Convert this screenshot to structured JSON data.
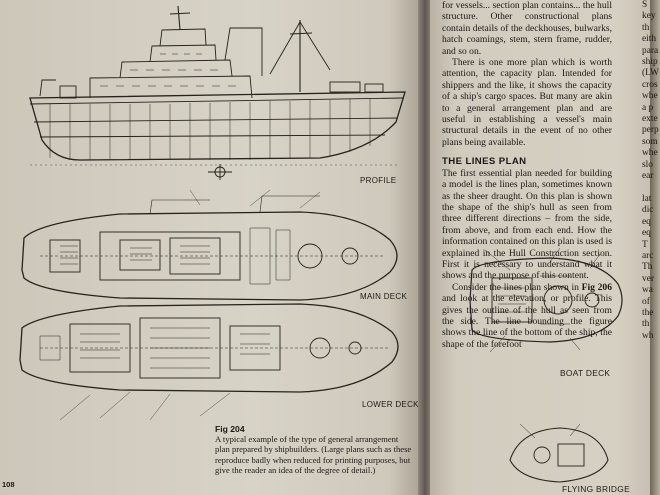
{
  "left_page": {
    "labels": {
      "profile": "PROFILE",
      "main_deck": "MAIN DECK",
      "lower_deck": "LOWER DECK"
    },
    "caption": {
      "fig": "Fig 204",
      "text": "A typical example of the type of general arrangement plan prepared by shipbuilders. (Large plans such as these reproduce badly when reduced for printing purposes, but give the reader an idea of the degree of detail.)"
    },
    "page_number": "108"
  },
  "right_page": {
    "intro_paragraph": "for vessels... section plan contains... the hull structure. Other constructional plans contain details of the deckhouses, bulwarks, hatch coamings, stem, stern frame, rudder, and so on.",
    "paragraph_2": "There is one more plan which is worth attention, the capacity plan. Intended for shippers and the like, it shows the capacity of a ship's cargo spaces. But many are akin to a general arrangement plan and are useful in establishing a vessel's main structural details in the event of no other plans being available.",
    "heading": "THE LINES PLAN",
    "paragraph_3": "The first essential plan needed for building a model is the lines plan, sometimes known as the sheer draught. On this plan is shown the shape of the ship's hull as seen from three different directions – from the side, from above, and from each end. How the information contained on this plan is used is explained in the Hull Construction section. First it is necessary to understand what it shows and the purpose of this content.",
    "paragraph_4_start": "Consider the lines plan shown in",
    "paragraph_4_fig": "Fig 206",
    "paragraph_4_rest": "and look at the elevation, or profile. This gives the outline of the hull as seen from the side. The line bounding the figure shows the line of the bottom of the ship, the shape of the forefoot",
    "labels": {
      "boat_deck": "BOAT DECK",
      "flying_bridge": "FLYING BRIDGE"
    }
  },
  "edge_page_lines": [
    "S",
    "key",
    "th",
    "eith",
    "para",
    "ship",
    "(LW",
    "cros",
    "whe",
    "a p",
    "exte",
    "perp",
    "som",
    "whe",
    "slo",
    "ear",
    "",
    "lat",
    "dic",
    "eq",
    "eq",
    "T",
    "arc",
    "Th",
    "ver",
    "wa",
    "of",
    "the",
    "th",
    "wh"
  ]
}
